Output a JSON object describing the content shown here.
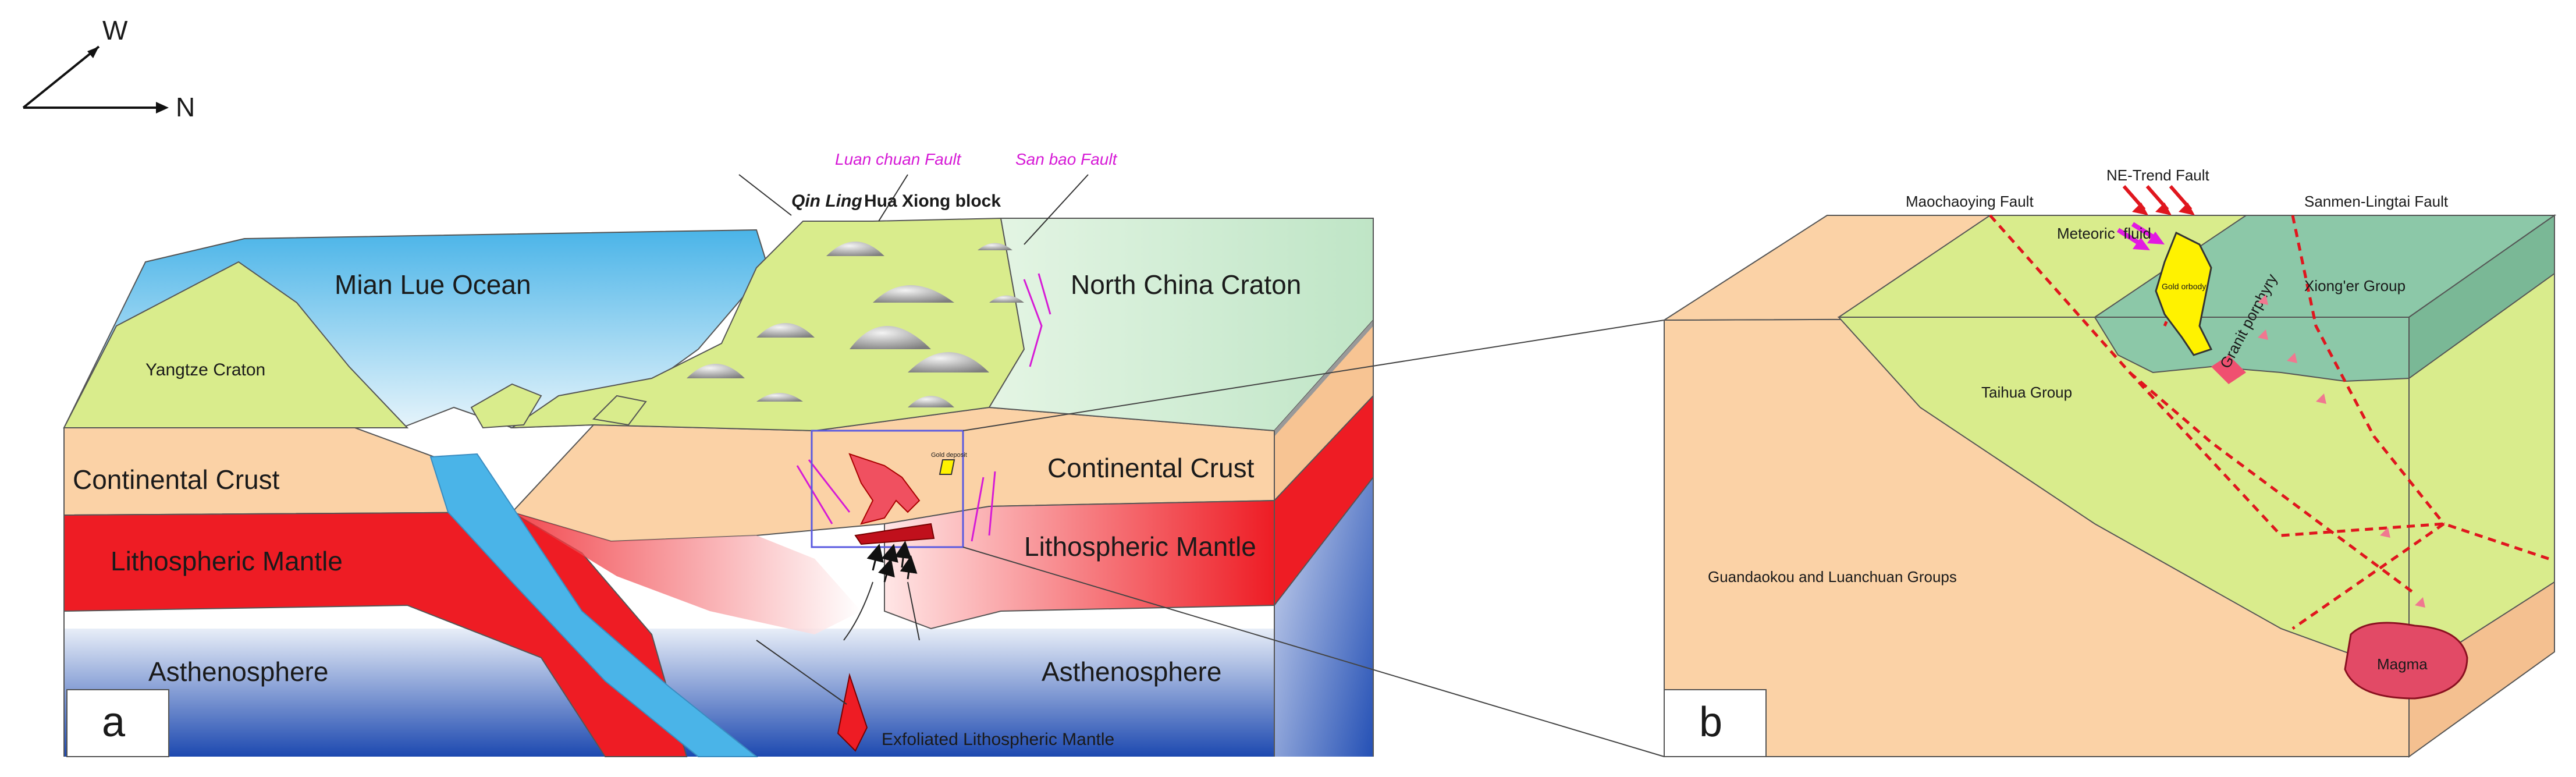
{
  "compass": {
    "west": "W",
    "north": "N"
  },
  "panel_a": {
    "letter": "a",
    "ocean": "Mian Lue Ocean",
    "yangtze": "Yangtze Craton",
    "north_china": "North China Craton",
    "cont_crust_left": "Continental Crust",
    "cont_crust_right": "Continental Crust",
    "litho_left": "Lithospheric Mantle",
    "litho_right": "Lithospheric Mantle",
    "astheno_left": "Asthenosphere",
    "astheno_right": "Asthenosphere",
    "exfoliated": "Exfoliated Lithospheric Mantle",
    "qinling": "Qin Ling",
    "huaxiong": "Hua Xiong block",
    "luanchuan_fault": "Luan chuan Fault",
    "sanbao_fault": "San bao Fault",
    "gold_deposit_small": "Gold deposit"
  },
  "panel_b": {
    "letter": "b",
    "maochaoying": "Maochaoying Fault",
    "ne_trend": "NE-Trend Fault",
    "sanmen": "Sanmen-Lingtai Fault",
    "meteoric": "Meteoric  fluid",
    "gold_orebody": "Gold orbody",
    "xionger": "Xiong'er Group",
    "granite": "Granit porphyry",
    "taihua": "Taihua Group",
    "guandaokou": "Guandaokou and Luanchuan Groups",
    "magma": "Magma"
  },
  "colors": {
    "crust": "#fbd2a6",
    "red": "#ee1c24",
    "yellow_green": "#d9ec8c",
    "teal": "#8cc8a8",
    "ocean_blue": "#4ab4e8",
    "astheno": "#2a56b4",
    "magenta": "#d61ad6",
    "gold": "#fff200"
  }
}
